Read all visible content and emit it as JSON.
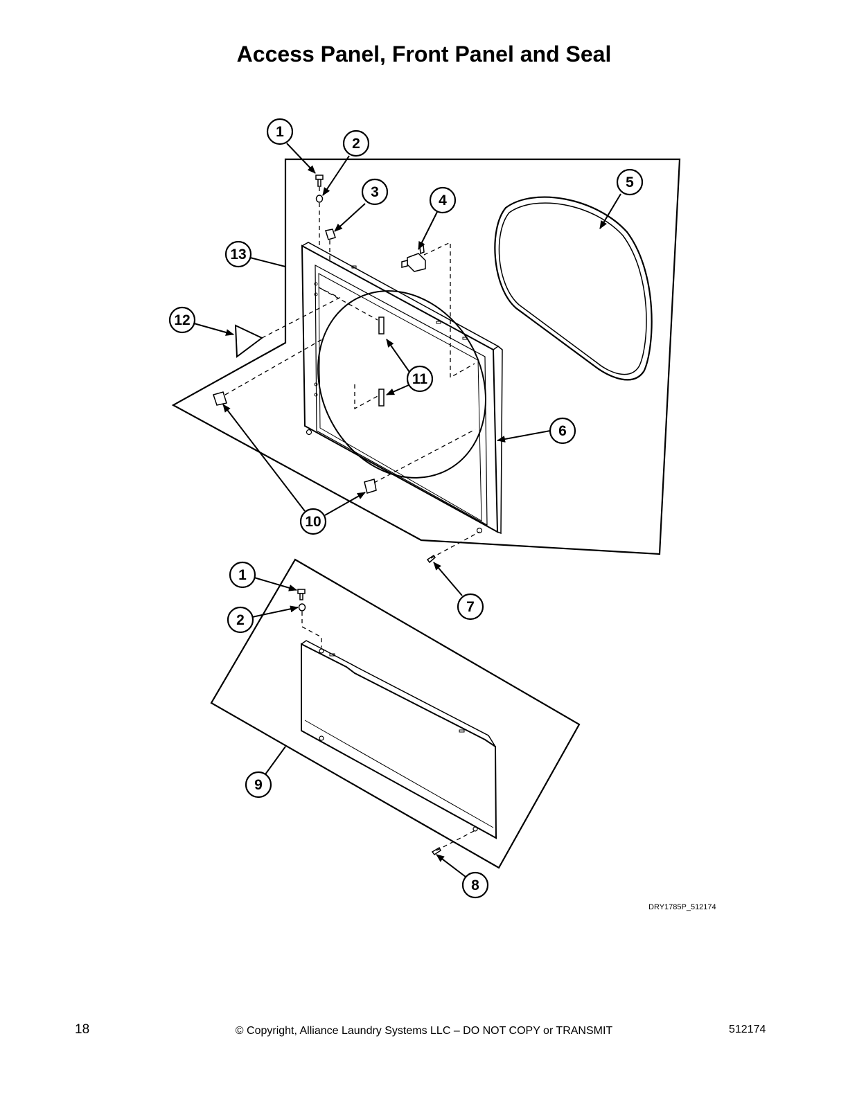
{
  "page": {
    "title": "Access Panel, Front Panel and Seal",
    "figure_code": "DRY1785P_512174",
    "page_number": "18",
    "copyright": "© Copyright, Alliance Laundry Systems LLC – DO NOT COPY or TRANSMIT",
    "document_number": "512174"
  },
  "callouts": [
    "1",
    "2",
    "3",
    "4",
    "5",
    "6",
    "7",
    "8",
    "9",
    "10",
    "11",
    "12",
    "13"
  ]
}
